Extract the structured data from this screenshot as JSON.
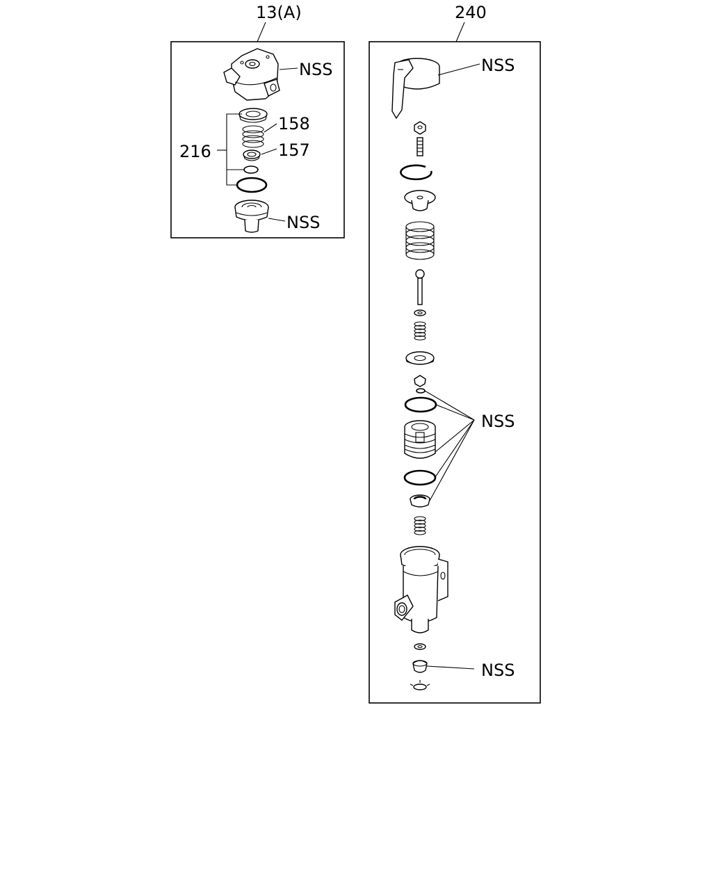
{
  "diagram": {
    "panel_a": {
      "title": "13(A)",
      "nss_top": "NSS",
      "nss_bottom": "NSS",
      "kit_label": "216",
      "spring_label": "158",
      "valve_label": "157"
    },
    "panel_b": {
      "title": "240",
      "nss_top": "NSS",
      "nss_middle": "NSS",
      "nss_bottom": "NSS"
    }
  }
}
